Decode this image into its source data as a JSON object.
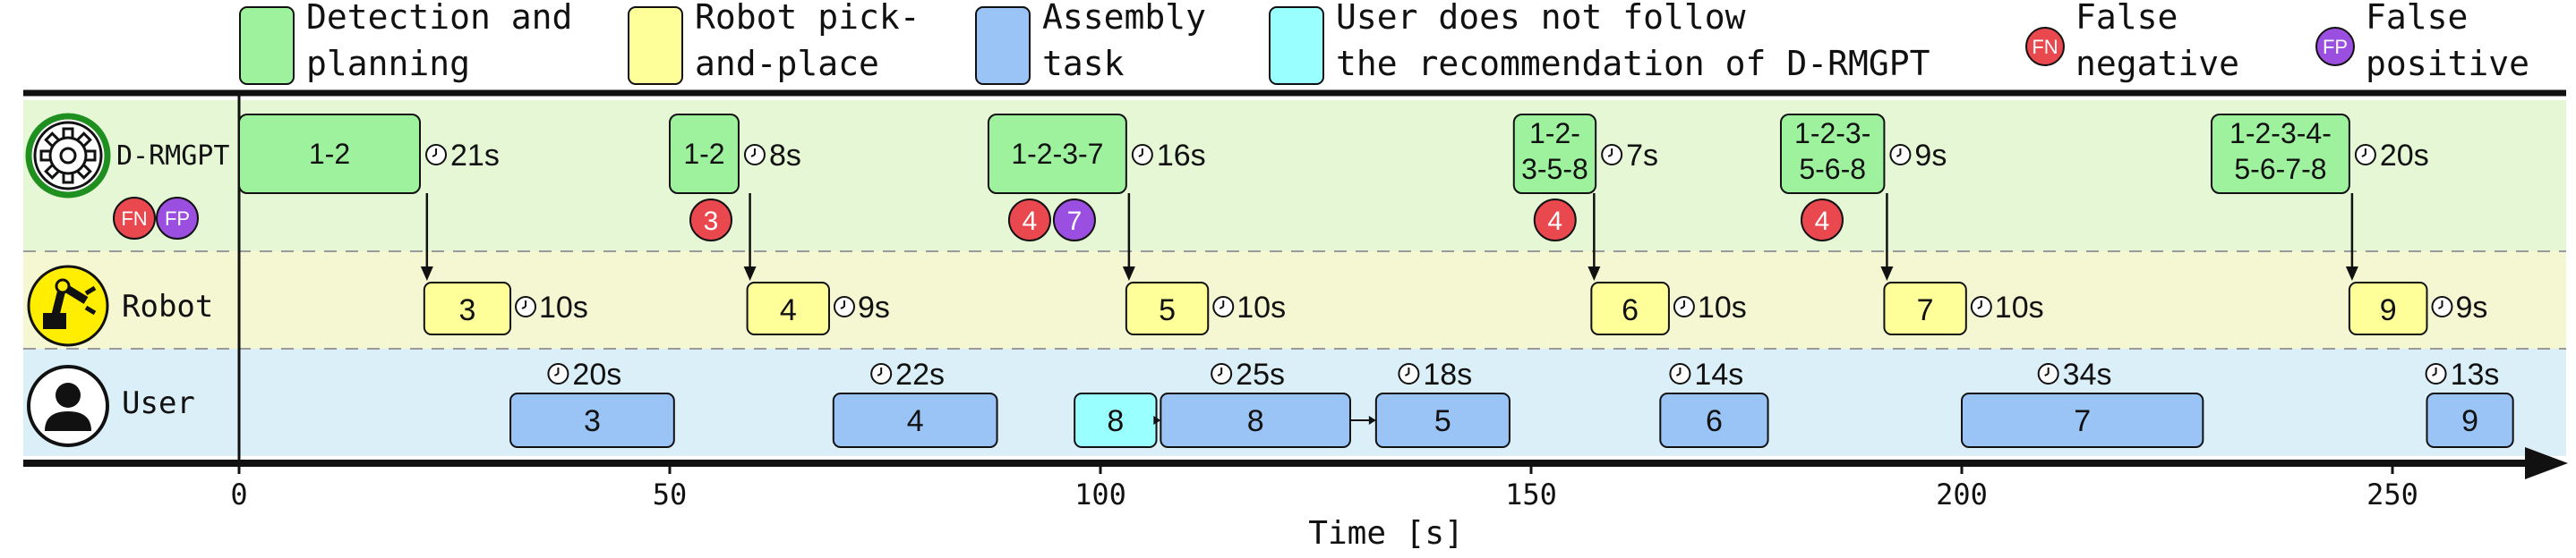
{
  "legend": [
    {
      "line1": "Detection and",
      "line2": "planning",
      "color": "#9ef29e"
    },
    {
      "line1": "Robot pick-",
      "line2": "and-place",
      "color": "#ffff99"
    },
    {
      "line1": "Assembly",
      "line2": "task",
      "color": "#99c4f5"
    },
    {
      "line1": "User does not follow",
      "line2": "the recommendation of D-RMGPT",
      "color": "#99ffff"
    },
    {
      "line1": "False",
      "line2": "negative",
      "badge": "FN",
      "color": "#e8484e"
    },
    {
      "line1": "False",
      "line2": "positive",
      "badge": "FP",
      "color": "#9b4fe0"
    }
  ],
  "lanes": [
    {
      "label": "D-RMGPT",
      "icon": "gear-icon",
      "color": "#e6f7d6"
    },
    {
      "label": "Robot",
      "icon": "robot-arm-icon",
      "color": "#f4f7d2"
    },
    {
      "label": "User",
      "icon": "user-icon",
      "color": "#dbeff9"
    }
  ],
  "lane_badges": [
    "FN",
    "FP"
  ],
  "chart_data": {
    "type": "timeline",
    "xlabel": "Time [s]",
    "xlim": [
      -25,
      265
    ],
    "xticks": [
      0,
      50,
      100,
      150,
      200,
      250
    ],
    "planning": [
      {
        "label": [
          "1-2"
        ],
        "start": 0,
        "end": 21,
        "duration": "21s",
        "fn": [],
        "fp": []
      },
      {
        "label": [
          "1-2"
        ],
        "start": 50,
        "end": 58,
        "duration": "8s",
        "fn": [
          "3"
        ],
        "fp": []
      },
      {
        "label": [
          "1-2-3-7"
        ],
        "start": 87,
        "end": 103,
        "duration": "16s",
        "fn": [
          "4"
        ],
        "fp": [
          "7"
        ]
      },
      {
        "label": [
          "1-2-",
          "3-5-8"
        ],
        "start": 148,
        "end": 157.5,
        "duration": "7s",
        "fn": [
          "4"
        ],
        "fp": []
      },
      {
        "label": [
          "1-2-3-",
          "5-6-8"
        ],
        "start": 179,
        "end": 191,
        "duration": "9s",
        "fn": [
          "4"
        ],
        "fp": []
      },
      {
        "label": [
          "1-2-3-4-",
          "5-6-7-8"
        ],
        "start": 229,
        "end": 245,
        "duration": "20s",
        "fn": [],
        "fp": []
      }
    ],
    "robot": [
      {
        "label": "3",
        "start": 21.5,
        "end": 31.5,
        "duration": "10s"
      },
      {
        "label": "4",
        "start": 59,
        "end": 68.5,
        "duration": "9s"
      },
      {
        "label": "5",
        "start": 103,
        "end": 112.5,
        "duration": "10s"
      },
      {
        "label": "6",
        "start": 157,
        "end": 166,
        "duration": "10s"
      },
      {
        "label": "7",
        "start": 191,
        "end": 200.5,
        "duration": "10s"
      },
      {
        "label": "9",
        "start": 245,
        "end": 254,
        "duration": "9s"
      }
    ],
    "user": [
      {
        "label": "3",
        "start": 31.5,
        "end": 50.5,
        "duration": "20s",
        "type": "assembly"
      },
      {
        "label": "4",
        "start": 69,
        "end": 88,
        "duration": "22s",
        "type": "assembly"
      },
      {
        "label": "8",
        "start": 97,
        "end": 106.5,
        "duration": "",
        "type": "not-follow"
      },
      {
        "label": "8",
        "start": 107,
        "end": 129,
        "duration": "25s",
        "type": "assembly"
      },
      {
        "label": "5",
        "start": 132,
        "end": 147.5,
        "duration": "18s",
        "type": "assembly"
      },
      {
        "label": "6",
        "start": 165,
        "end": 177.5,
        "duration": "14s",
        "type": "assembly"
      },
      {
        "label": "7",
        "start": 200,
        "end": 228,
        "duration": "34s",
        "type": "assembly"
      },
      {
        "label": "9",
        "start": 254,
        "end": 264,
        "duration": "13s",
        "type": "assembly"
      }
    ],
    "transitions": [
      [
        106.5,
        107
      ],
      [
        129,
        132
      ]
    ],
    "handoffs": [
      21.5,
      59,
      103,
      157,
      191,
      245
    ]
  },
  "colors": {
    "planning": "#9ef29e",
    "robot": "#ffff99",
    "assembly": "#99c4f5",
    "not_follow": "#99ffff",
    "fn": "#e8484e",
    "fp": "#9b4fe0"
  }
}
